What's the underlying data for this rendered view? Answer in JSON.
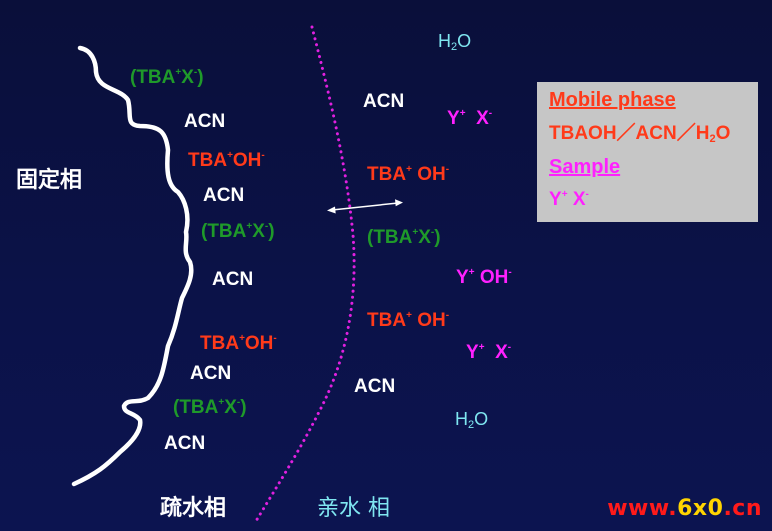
{
  "stationary_phase_label": "固定相",
  "hydrophobic_phase_label": "疏水相",
  "hydrophilic_phase_label": "亲水 相",
  "acn": "ACN",
  "tba": "TBA",
  "oh": "OH",
  "x": "X",
  "y": "Y",
  "h2o_h": "H",
  "h2o_o": "O",
  "sub_two": "2",
  "sup_plus": "+",
  "sup_minus": "-",
  "paren_open": "(",
  "paren_close": ")",
  "legend": {
    "mobile_phase_title": "Mobile phase",
    "mobile_phase_text_a": "TBAOH／ACN／H",
    "mobile_phase_text_b": "O",
    "sample_title": "Sample"
  },
  "watermark": {
    "prefix": "www.",
    "middle": "6x0",
    "suffix": ".cn"
  },
  "colors": {
    "acn": "#ffffff",
    "tba_oh": "#ff3a1a",
    "tba_x": "#1f9a2a",
    "sample_ion": "#ff20ff",
    "water": "#7fe6f0",
    "boundary": "#e020e0",
    "surface": "#ffffff",
    "legend_bg": "#c6c6c6"
  }
}
